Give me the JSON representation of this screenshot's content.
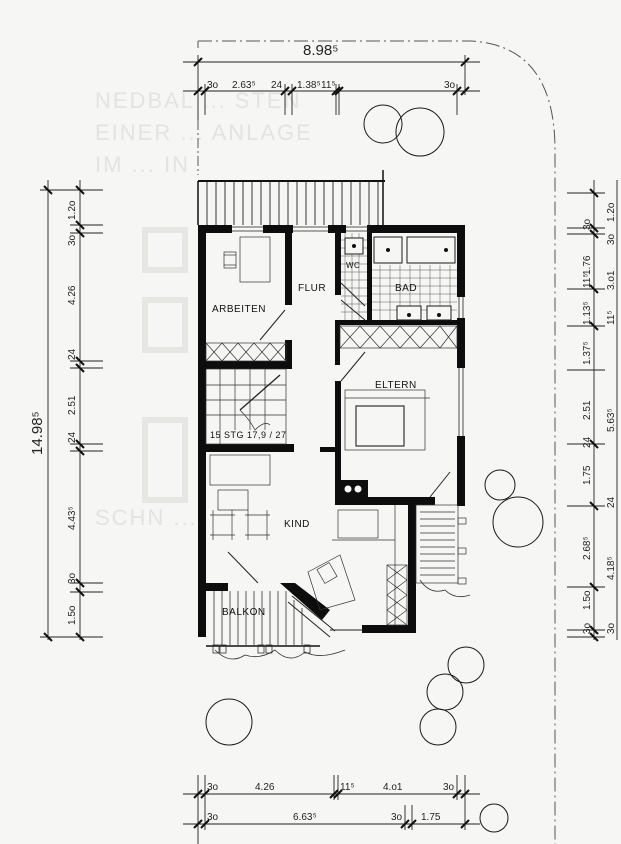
{
  "drawing": {
    "type": "floor plan",
    "background_color": "#f6f6f4",
    "wall_color": "#0d0d0d",
    "ghost_text": [
      "NEDBAL ... STEN",
      "EINER ... ANLAGE",
      "IM ... IN",
      "SCHN ..."
    ]
  },
  "rooms": {
    "arbeiten": "ARBEITEN",
    "flur": "FLUR",
    "wc": "WC",
    "bad": "BAD",
    "eltern": "ELTERN",
    "kind": "KIND",
    "balkon": "BALKON",
    "stairs": "15 STG 17,9 / 27"
  },
  "dimensions": {
    "top": {
      "overall": "8.98⁵",
      "segments": [
        "3o",
        "2.63⁵",
        "24",
        "1.38⁵",
        "11⁵",
        "3o"
      ]
    },
    "left": {
      "overall": "14.98⁵",
      "segments": [
        "1.2o",
        "3o",
        "4.26",
        "24",
        "2.51",
        "24",
        "4.43⁵",
        "3o",
        "1.5o"
      ]
    },
    "right_inner": {
      "segments": [
        "1.2o",
        "3o",
        "1.76",
        "11⁵",
        "1.13⁵",
        "1.37⁵",
        "2.51",
        "24",
        "1.75",
        "2.68⁵",
        "1.5o",
        "3o"
      ]
    },
    "right_outer": {
      "segments": [
        "1.2o",
        "3o",
        "3.o1",
        "11⁵",
        "5.63⁵",
        "24",
        "4.18⁵",
        "3o"
      ]
    },
    "bottom_row1": {
      "segments": [
        "3o",
        "4.26",
        "11⁵",
        "4.o1",
        "3o"
      ]
    },
    "bottom_row2": {
      "segments": [
        "3o",
        "6.63⁵",
        "3o",
        "1.75"
      ]
    }
  }
}
